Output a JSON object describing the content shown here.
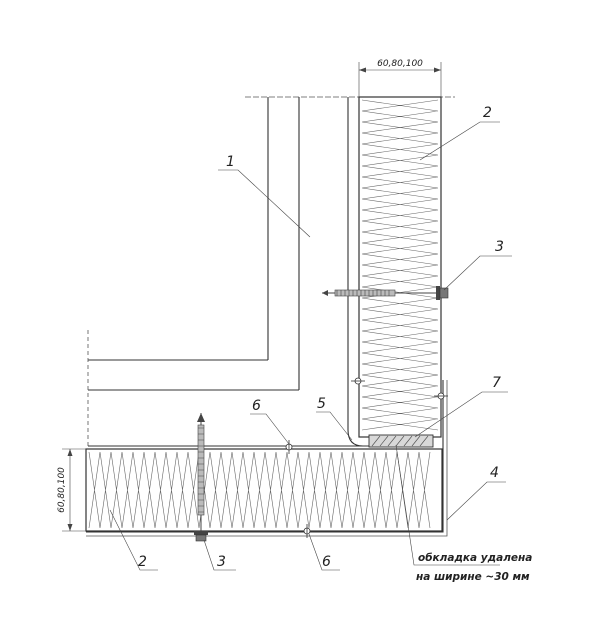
{
  "labels": {
    "wall": "1",
    "insulation_top": "2",
    "insulation_bottom": "2",
    "anchor_right": "3",
    "anchor_bottom": "3",
    "corner_profile": "4",
    "seam": "5",
    "screw_top": "6",
    "screw_bottom": "6",
    "insert": "7"
  },
  "dimensions": {
    "top_width": "60,80,100",
    "left_height": "60,80,100"
  },
  "note": {
    "line1": "обкладка удалена",
    "line2": "на ширине ~30 мм"
  }
}
